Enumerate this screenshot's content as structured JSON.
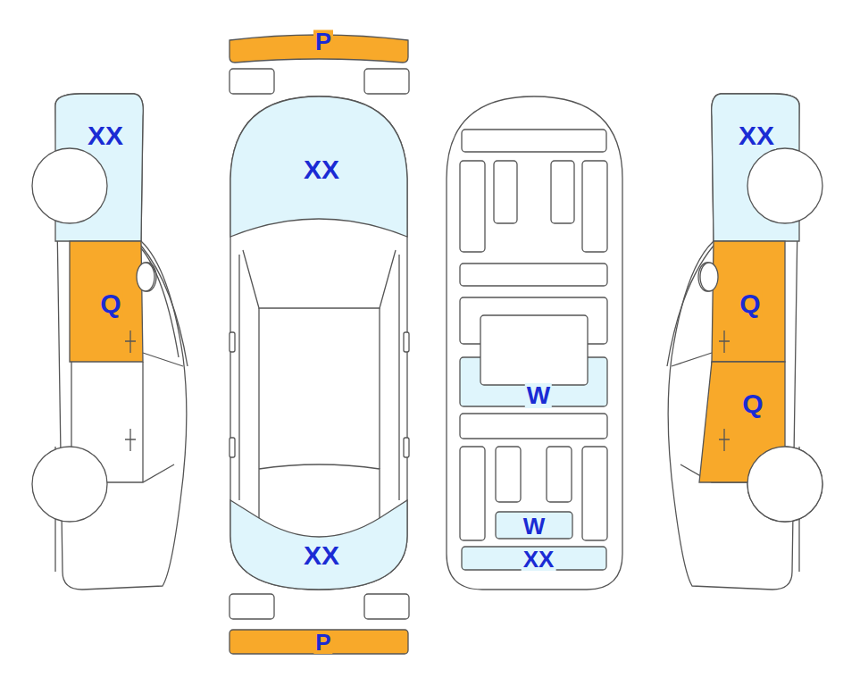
{
  "diagram": {
    "labels": [
      "P",
      "XX",
      "XX",
      "XX",
      "Q",
      "Q",
      "W",
      "Q",
      "W",
      "XX",
      "XX",
      "P"
    ]
  }
}
